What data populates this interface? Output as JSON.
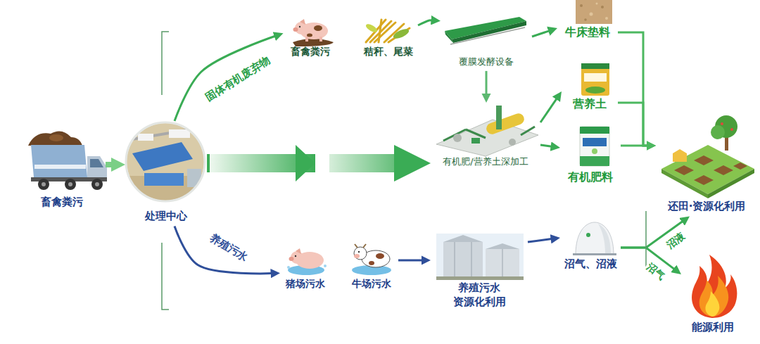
{
  "diagram": {
    "nodes": [
      {
        "text": [
          "畜禽粪污"
        ]
      },
      {
        "text": [
          "处理中心"
        ]
      },
      {
        "text": [
          "畜禽粪污"
        ]
      },
      {
        "text": [
          "秸秆、尾菜"
        ]
      },
      {
        "text": [
          "覆膜发酵设备"
        ]
      },
      {
        "text": [
          "牛床垫料"
        ]
      },
      {
        "text": [
          "营养土"
        ]
      },
      {
        "text": [
          "有机肥/营养土深加工"
        ]
      },
      {
        "text": [
          "有机肥料"
        ]
      },
      {
        "text": [
          "猪场污水"
        ]
      },
      {
        "text": [
          "牛场污水"
        ]
      },
      {
        "text": [
          "养殖污水 资源化利用"
        ]
      },
      {
        "text": [
          "沼气、沼液"
        ]
      },
      {
        "text": [
          "还田·资源化利用"
        ]
      },
      {
        "text": [
          "能源利用"
        ]
      }
    ],
    "edges": [
      {
        "from": 0,
        "to": 1,
        "arrow": "to"
      },
      {
        "from": 1,
        "to": 2,
        "label": "固体有机废弃物",
        "arrow": "to"
      },
      {
        "from": 1,
        "to": 7,
        "arrow": "to"
      },
      {
        "from": 3,
        "to": 4,
        "arrow": "to"
      },
      {
        "from": 4,
        "to": 5,
        "arrow": "to"
      },
      {
        "from": 4,
        "to": 7,
        "arrow": "to"
      },
      {
        "from": 7,
        "to": 6,
        "arrow": "to"
      },
      {
        "from": 7,
        "to": 8,
        "arrow": "to"
      },
      {
        "from": 1,
        "to": 9,
        "label": "养殖污水",
        "arrow": "to"
      },
      {
        "from": 10,
        "to": 11,
        "arrow": "to"
      },
      {
        "from": 11,
        "to": 12,
        "arrow": "to"
      },
      {
        "from": 12,
        "to": 13,
        "label": "沼液",
        "arrow": "to"
      },
      {
        "from": 12,
        "to": 14,
        "label": "沼气",
        "arrow": "to"
      },
      {
        "from": 5,
        "to": 13,
        "arrow": "to"
      },
      {
        "from": 6,
        "to": 13,
        "arrow": "to"
      },
      {
        "from": 8,
        "to": 13,
        "arrow": "to"
      }
    ]
  }
}
